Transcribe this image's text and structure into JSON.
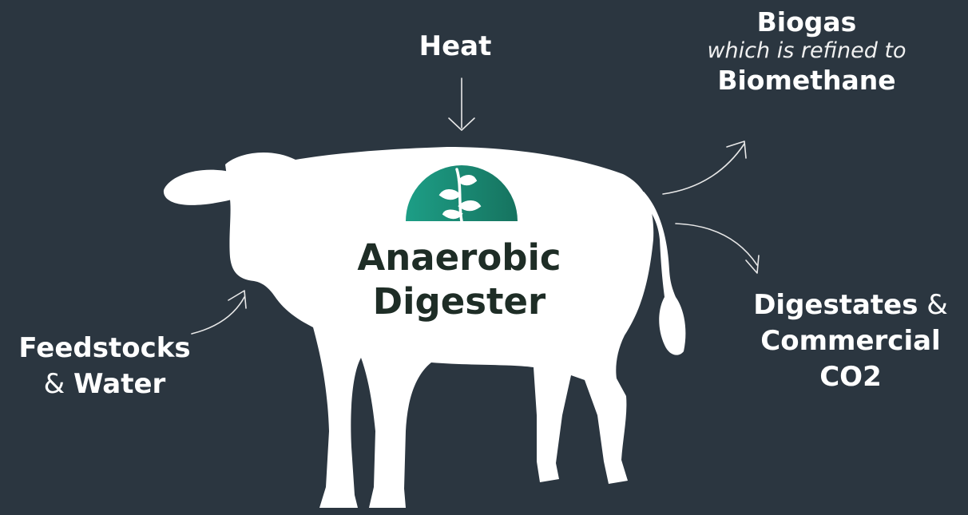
{
  "center": {
    "line1": "Anaerobic",
    "line2": "Digester",
    "logo_colors": [
      "#1d9e86",
      "#16735f"
    ],
    "icon": "sprout-icon"
  },
  "inputs": {
    "heat": "Heat",
    "feedstocks": "Feedstocks",
    "and_word": "&",
    "water": "Water"
  },
  "outputs": {
    "biogas": "Biogas",
    "refined_note": "which is refined to",
    "biomethane": "Biomethane",
    "digestates": "Digestates",
    "and_word": "&",
    "commercial": "Commercial",
    "co2": "CO2"
  },
  "colors": {
    "background": "#2b3640",
    "cow": "#ffffff",
    "text": "#ffffff",
    "center_text": "#1e2d26"
  }
}
